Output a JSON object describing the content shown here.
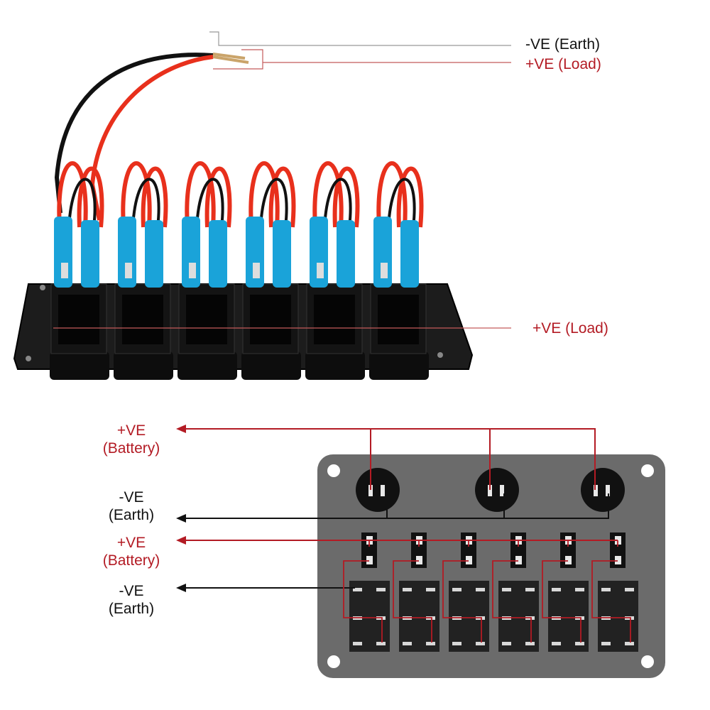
{
  "colors": {
    "positive": "#b31b24",
    "negative": "#111111",
    "panel": "#6b6b6b",
    "connector": "#1aa3d9",
    "wire_red": "#e8301c"
  },
  "top_labels": {
    "earth": "-VE (Earth)",
    "load_wire": "+VE (Load)",
    "load_switch": "+VE (Load)"
  },
  "bottom_labels": {
    "battery_1": [
      "+VE",
      "(Battery)"
    ],
    "earth_1": [
      "-VE",
      "(Earth)"
    ],
    "battery_2": [
      "+VE",
      "(Battery)"
    ],
    "earth_2": [
      "-VE",
      "(Earth)"
    ]
  },
  "photo": {
    "switch_count": 6
  },
  "schematic": {
    "socket_count": 3,
    "switch_count": 6
  }
}
